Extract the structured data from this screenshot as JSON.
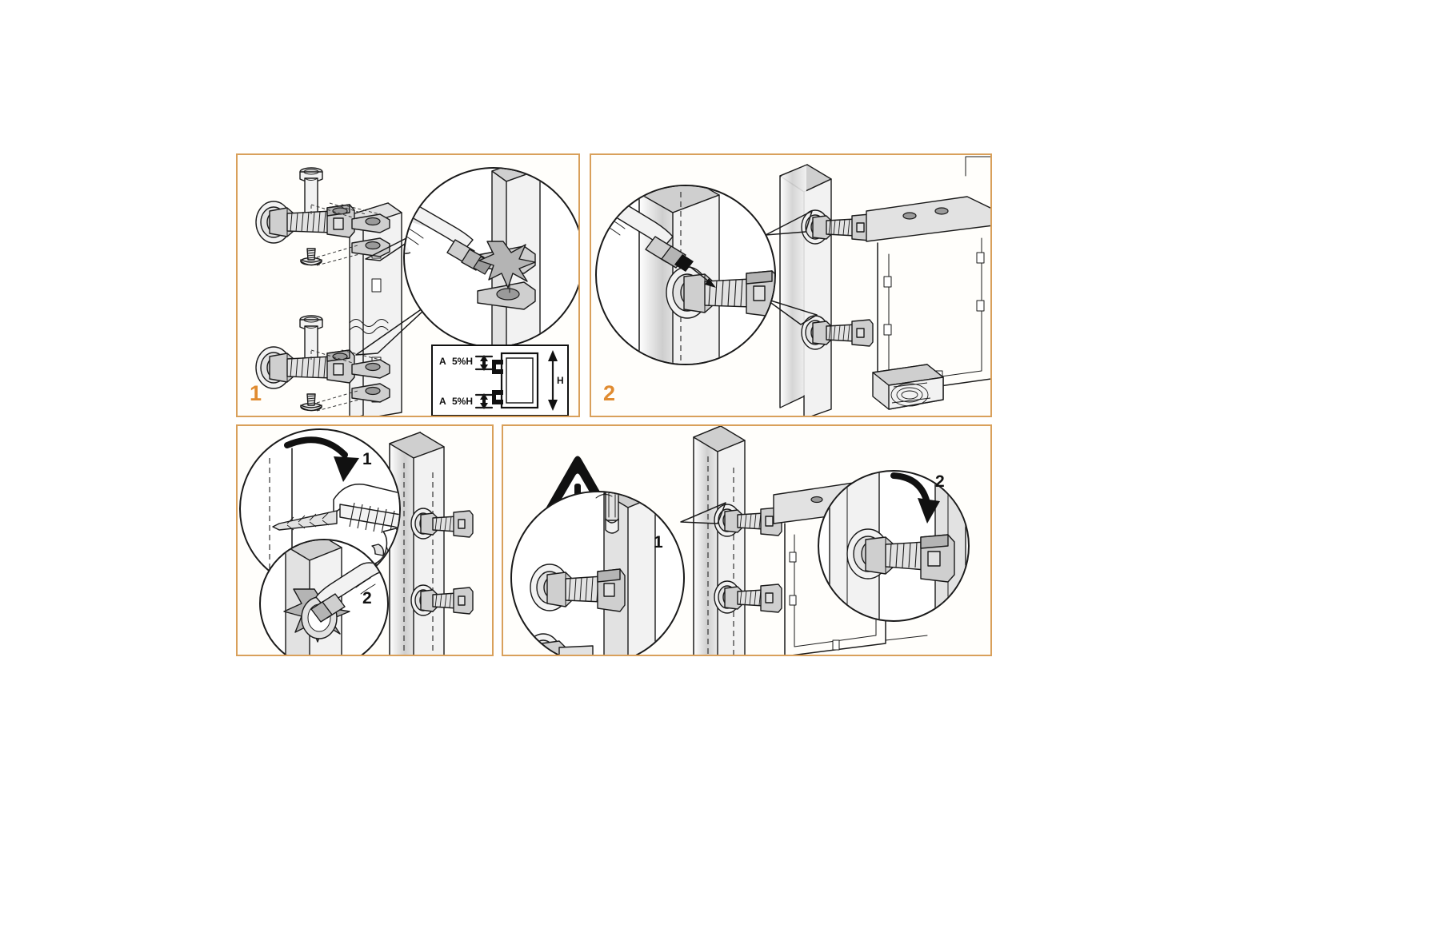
{
  "document": {
    "title": "Mounting hardware installation instructions",
    "type": "illustrated-assembly-instructions",
    "accent_color": "#e08b30",
    "border_color": "#d9a05b",
    "background_color": "#ffffff",
    "line_color": "#1a1a1a"
  },
  "panels": [
    {
      "id": "panel-1",
      "step_label": "1",
      "description": "Exploded view: hinge bolts with round collar nuts, carriage bolts dropping into L-brackets fixed on the post; magnified circular callout shows a marker pen marking the bracket hole position.",
      "callouts": [],
      "dimension_box": {
        "rows": [
          {
            "label": "A",
            "value": "5%H",
            "position": "top"
          },
          {
            "label": "A",
            "value": "5%H",
            "position": "bottom"
          }
        ],
        "height_label": "H"
      }
    },
    {
      "id": "panel-2",
      "step_label": "2",
      "description": "Post with two hinge bolts mounted; magnified circular callout shows marking the drill points on the post with a pen. Gate frame and wooden block shown at right.",
      "callouts": []
    },
    {
      "id": "panel-3",
      "step_label": "",
      "description": "Two overlapping magnified circles: drilling the pilot holes with a power drill, and marking with a pen. Post at right shows two installed hinge bolts.",
      "callouts": [
        {
          "number": "1",
          "action": "drill",
          "arrow": "curved-down"
        },
        {
          "number": "2",
          "action": "mark",
          "arrow": "none"
        }
      ]
    },
    {
      "id": "panel-4",
      "step_label": "",
      "description": "Warning triangle with installed hinge assembly; magnified circles show inserting the hinge pin (1) and tightening the adjustment nut (2) on the gate frame.",
      "warning_icon": "warning-triangle",
      "callouts": [
        {
          "number": "1",
          "action": "insert-pin",
          "arrow": "none"
        },
        {
          "number": "2",
          "action": "tighten",
          "arrow": "curved-down"
        }
      ]
    }
  ],
  "icons": {
    "warning": "warning-triangle-icon",
    "drill": "power-drill-icon",
    "marker": "marker-pen-icon",
    "bolt": "hinge-bolt-icon",
    "bracket": "l-bracket-icon",
    "post": "square-post-icon",
    "frame": "gate-frame-icon",
    "wood_block": "wood-block-icon"
  }
}
